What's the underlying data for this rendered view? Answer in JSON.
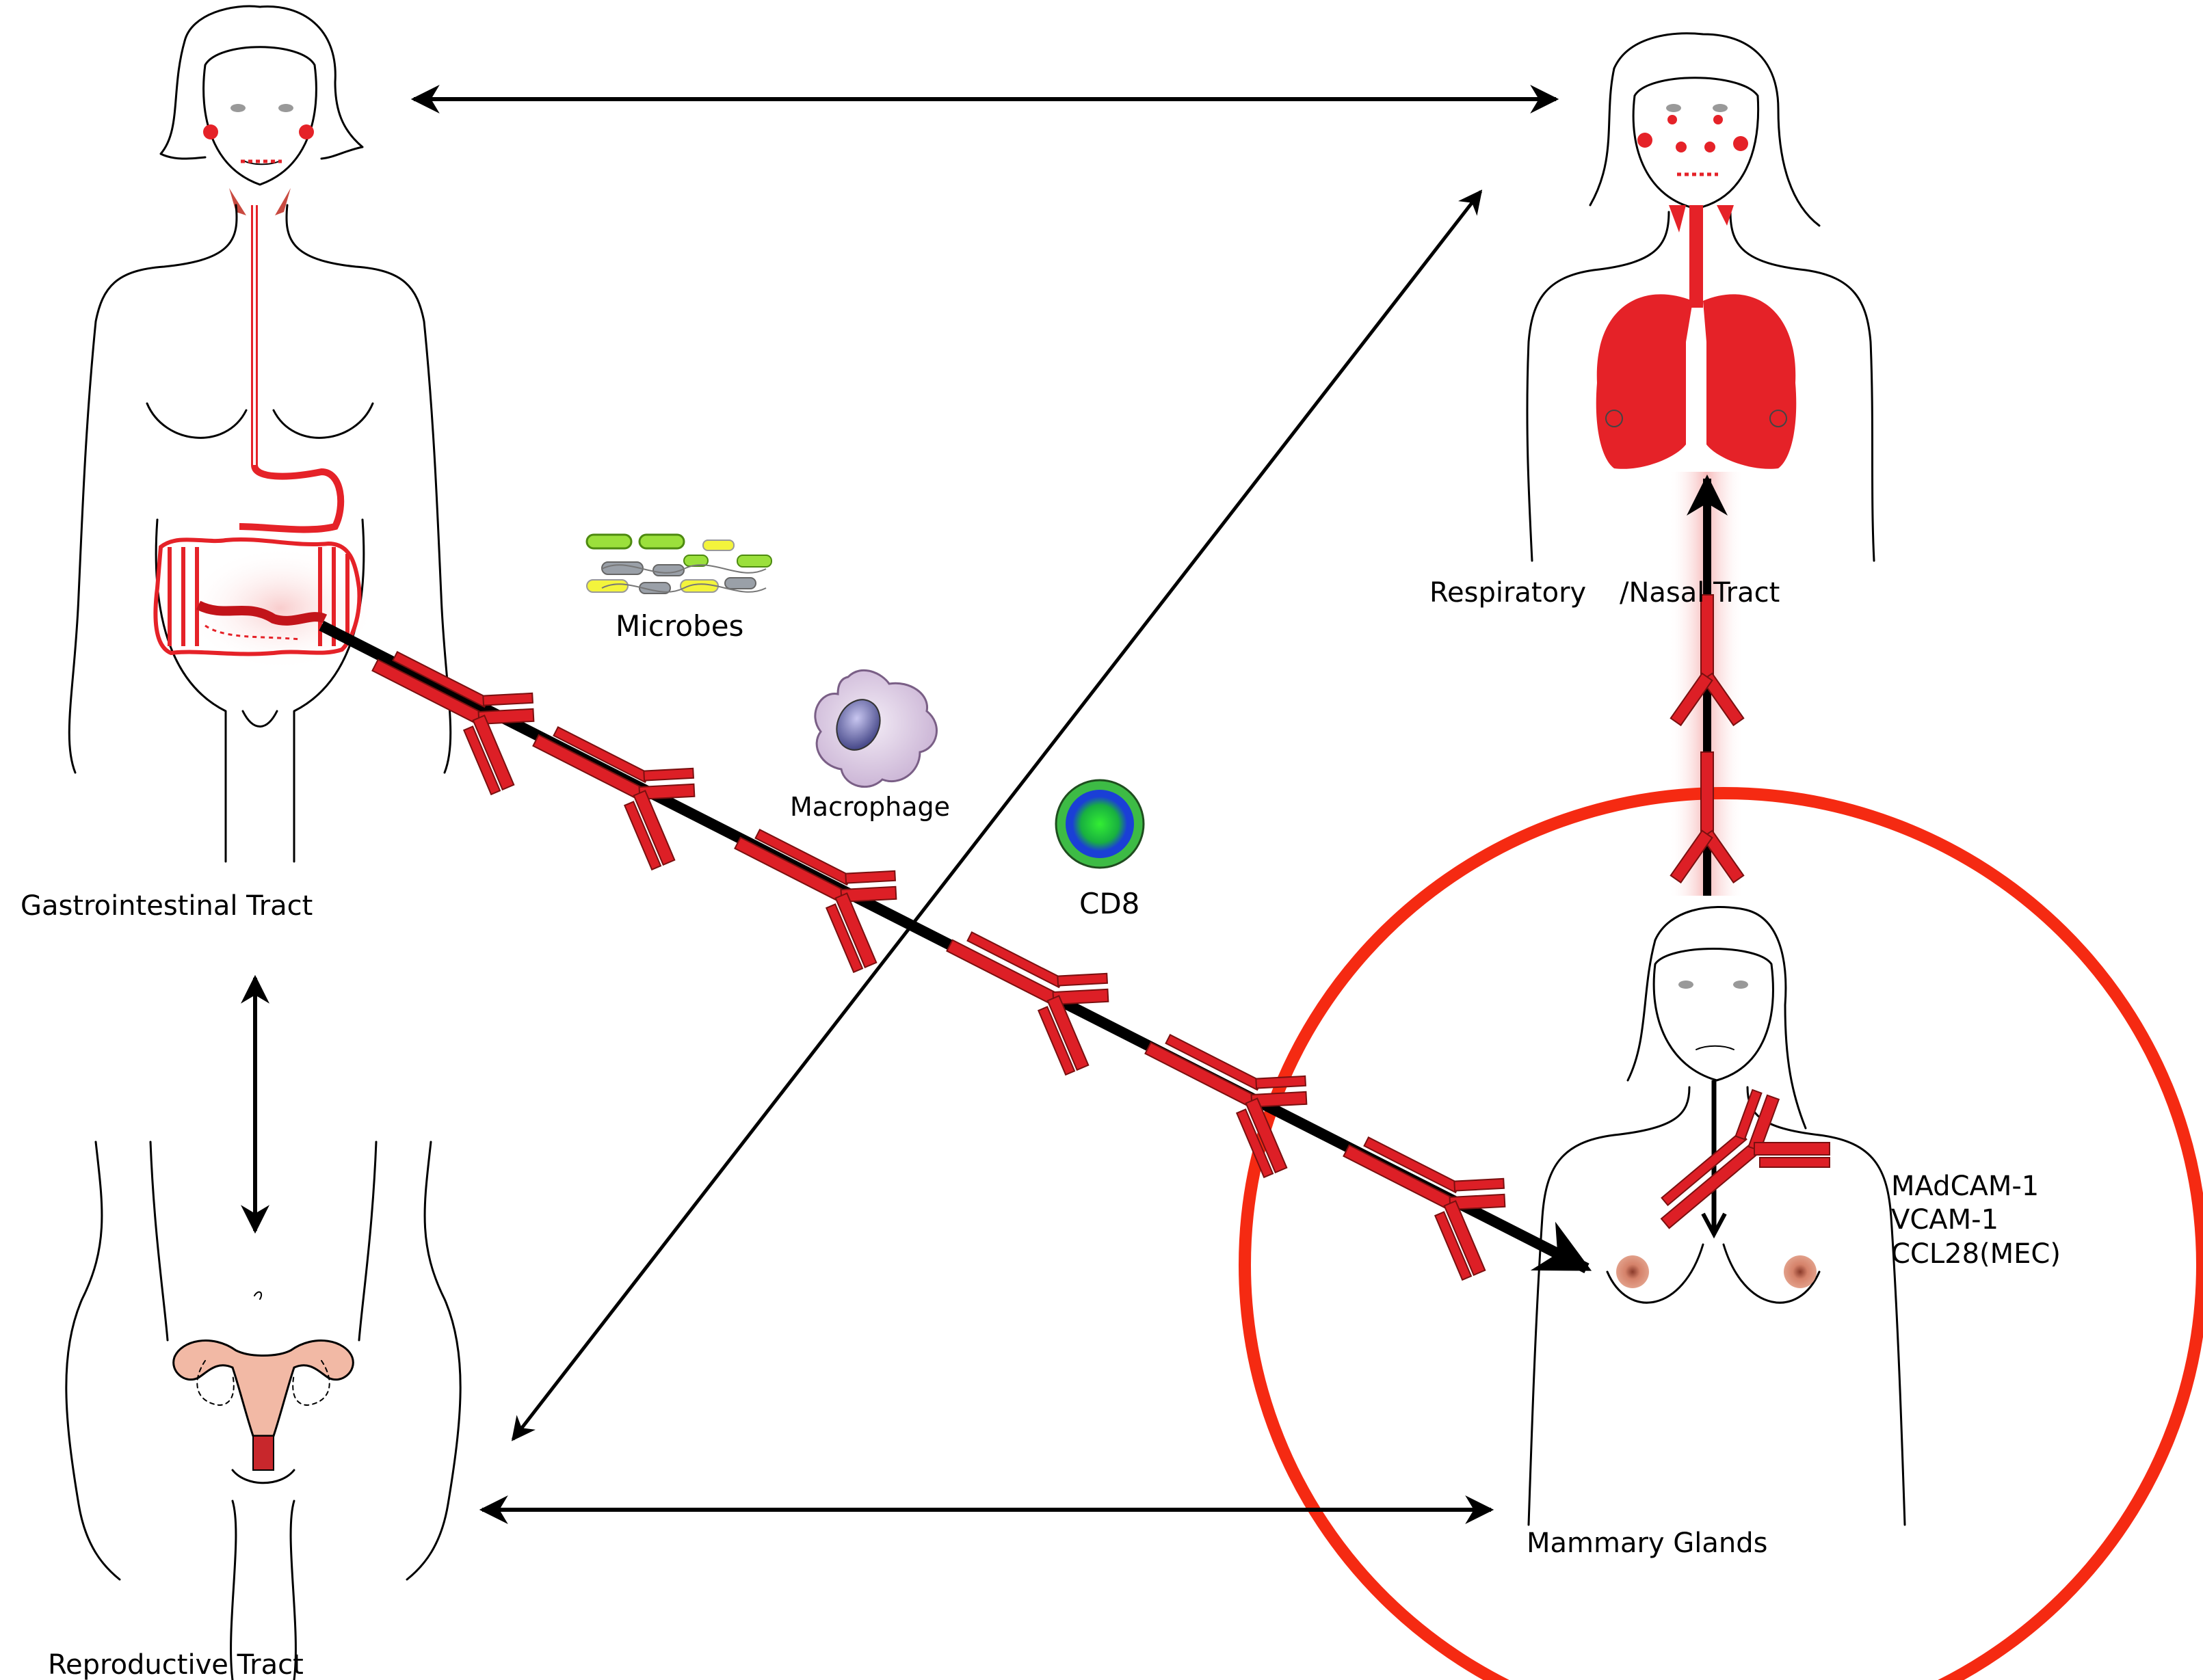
{
  "labels": {
    "gi": "Gastrointestinal Tract",
    "respiratory_a": "Respiratory",
    "respiratory_b": "/Nasal Tract",
    "mammary": "Mammary Glands",
    "reproductive": "Reproductive Tract",
    "microbes": "Microbes",
    "macrophage": "Macrophage",
    "cd8": "CD8"
  },
  "molecules": [
    "MAdCAM-1",
    "VCAM-1",
    "CCL28(MEC)"
  ],
  "colors": {
    "organ_red": "#e52228",
    "highlight_circle": "#f52a12",
    "antibody_red": "#dd1f26",
    "arrow": "#000000",
    "uterus": "#f2b9a5",
    "cd8_outer": "#3dbb45",
    "cd8_inner": "#1a3fd6",
    "macrophage": "#d8c8e0"
  },
  "icons": {
    "microbes": "bacteria-cluster-icon",
    "macrophage": "macrophage-cell-icon",
    "cd8": "cd8-t-cell-icon",
    "antibody": "iga-antibody-icon"
  }
}
